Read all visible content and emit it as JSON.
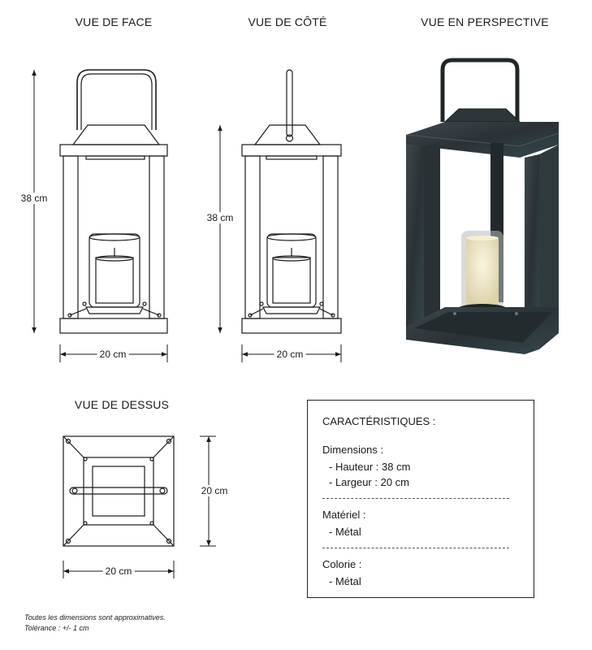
{
  "views": {
    "front": "VUE DE FACE",
    "side": "VUE DE CÔTÉ",
    "perspective": "VUE EN PERSPECTIVE",
    "top": "VUE DE DESSUS"
  },
  "dimensions": {
    "front_height": "38 cm",
    "front_width": "20 cm",
    "side_height": "38 cm",
    "side_width": "20 cm",
    "top_depth": "20 cm",
    "top_width": "20 cm"
  },
  "specs": {
    "heading": "CARACTÉRISTIQUES :",
    "dimensions_label": "Dimensions :",
    "height_item": "- Hauteur : 38 cm",
    "width_item": "- Largeur : 20 cm",
    "material_label": "Matériel :",
    "material_item": "- Métal",
    "color_label": "Colorie :",
    "color_item": "- Métal"
  },
  "notes": {
    "approx": "Toutes les dimensions sont approximatives.",
    "tolerance": "Tolérance : +/- 1 cm"
  },
  "colors": {
    "line": "#1a1a1a",
    "metal_dark": "#2b3236",
    "metal_mid": "#3e474c",
    "metal_teal": "#34484c",
    "candle": "#efe7c8",
    "glass": "#c9cdcc"
  }
}
